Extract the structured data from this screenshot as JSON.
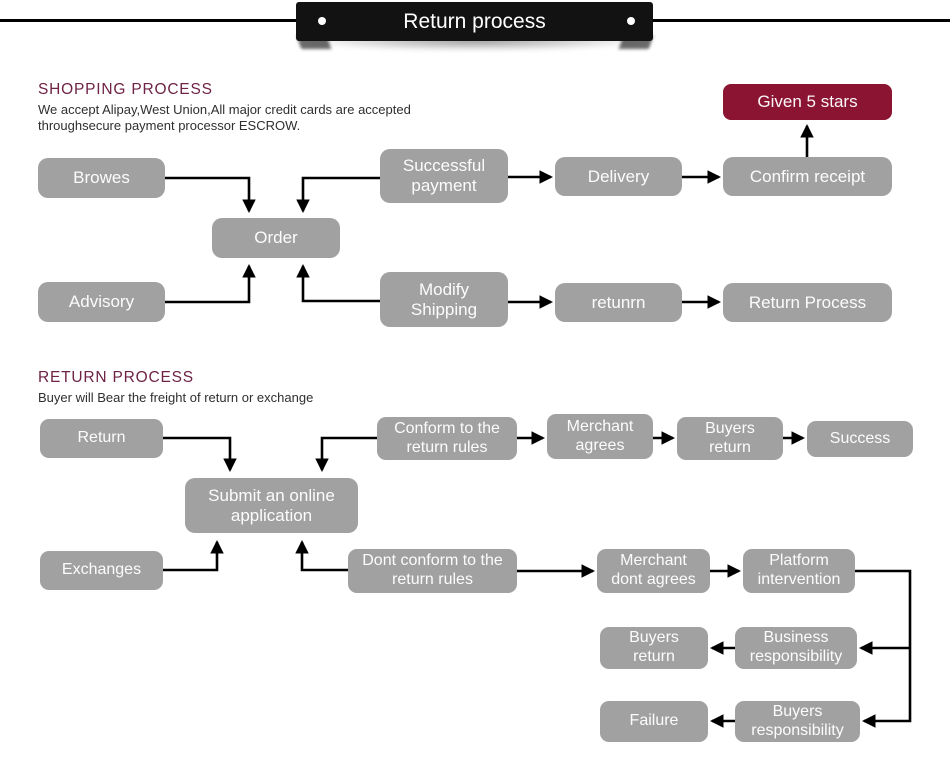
{
  "banner": {
    "title": "Return process"
  },
  "shopping": {
    "heading": "SHOPPING PROCESS",
    "desc1": "We accept Alipay,West Union,All major credit cards are accepted",
    "desc2": "throughsecure payment processor ESCROW.",
    "nodes": {
      "browes": "Browes",
      "advisory": "Advisory",
      "order": "Order",
      "successful_payment": "Successful payment",
      "modify_shipping": "Modify Shipping",
      "delivery": "Delivery",
      "retunrn": "retunrn",
      "confirm_receipt": "Confirm receipt",
      "return_process": "Return Process",
      "given_5_stars": "Given 5 stars"
    }
  },
  "returns": {
    "heading": "RETURN PROCESS",
    "desc": "Buyer will Bear the freight of return or exchange",
    "nodes": {
      "return": "Return",
      "exchanges": "Exchanges",
      "submit_application": "Submit an online application",
      "conform_rules": "Conform to the return rules",
      "merchant_agrees": "Merchant agrees",
      "buyers_return_success": "Buyers return",
      "success": "Success",
      "dont_conform_rules": "Dont conform to the return rules",
      "merchant_dont_agrees": "Merchant dont agrees",
      "platform_intervention": "Platform intervention",
      "buyers_return_fail": "Buyers return",
      "business_responsibility": "Business responsibility",
      "failure": "Failure",
      "buyers_responsibility": "Buyers responsibility"
    }
  },
  "colors": {
    "node_gray": "#a1a1a1",
    "accent_maroon": "#8a1432",
    "heading_maroon": "#6e2245",
    "banner_black": "#121212",
    "text_dark": "#2f2f2f"
  }
}
